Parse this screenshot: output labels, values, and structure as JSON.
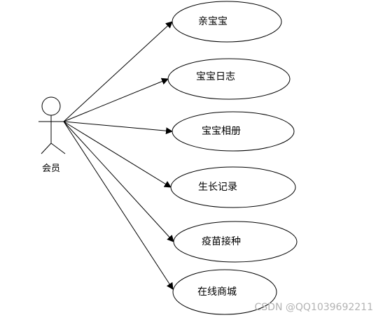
{
  "actor": {
    "label": "会员"
  },
  "use_cases": [
    {
      "id": "uc1",
      "label": "亲宝宝"
    },
    {
      "id": "uc2",
      "label": "宝宝日志"
    },
    {
      "id": "uc3",
      "label": "宝宝相册"
    },
    {
      "id": "uc4",
      "label": "生长记录"
    },
    {
      "id": "uc5",
      "label": "疫苗接种"
    },
    {
      "id": "uc6",
      "label": "在线商城"
    }
  ],
  "watermark": "CSDN @QQ1039692211",
  "colors": {
    "stroke": "#000000",
    "background": "#ffffff",
    "watermark": "#b3b3b3"
  }
}
